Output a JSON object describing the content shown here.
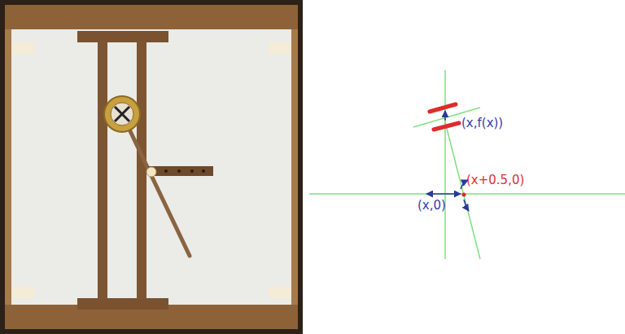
{
  "diagram": {
    "labels": [
      "(x,f(x))",
      "(x+0.5,0)",
      "(x,0)"
    ]
  }
}
